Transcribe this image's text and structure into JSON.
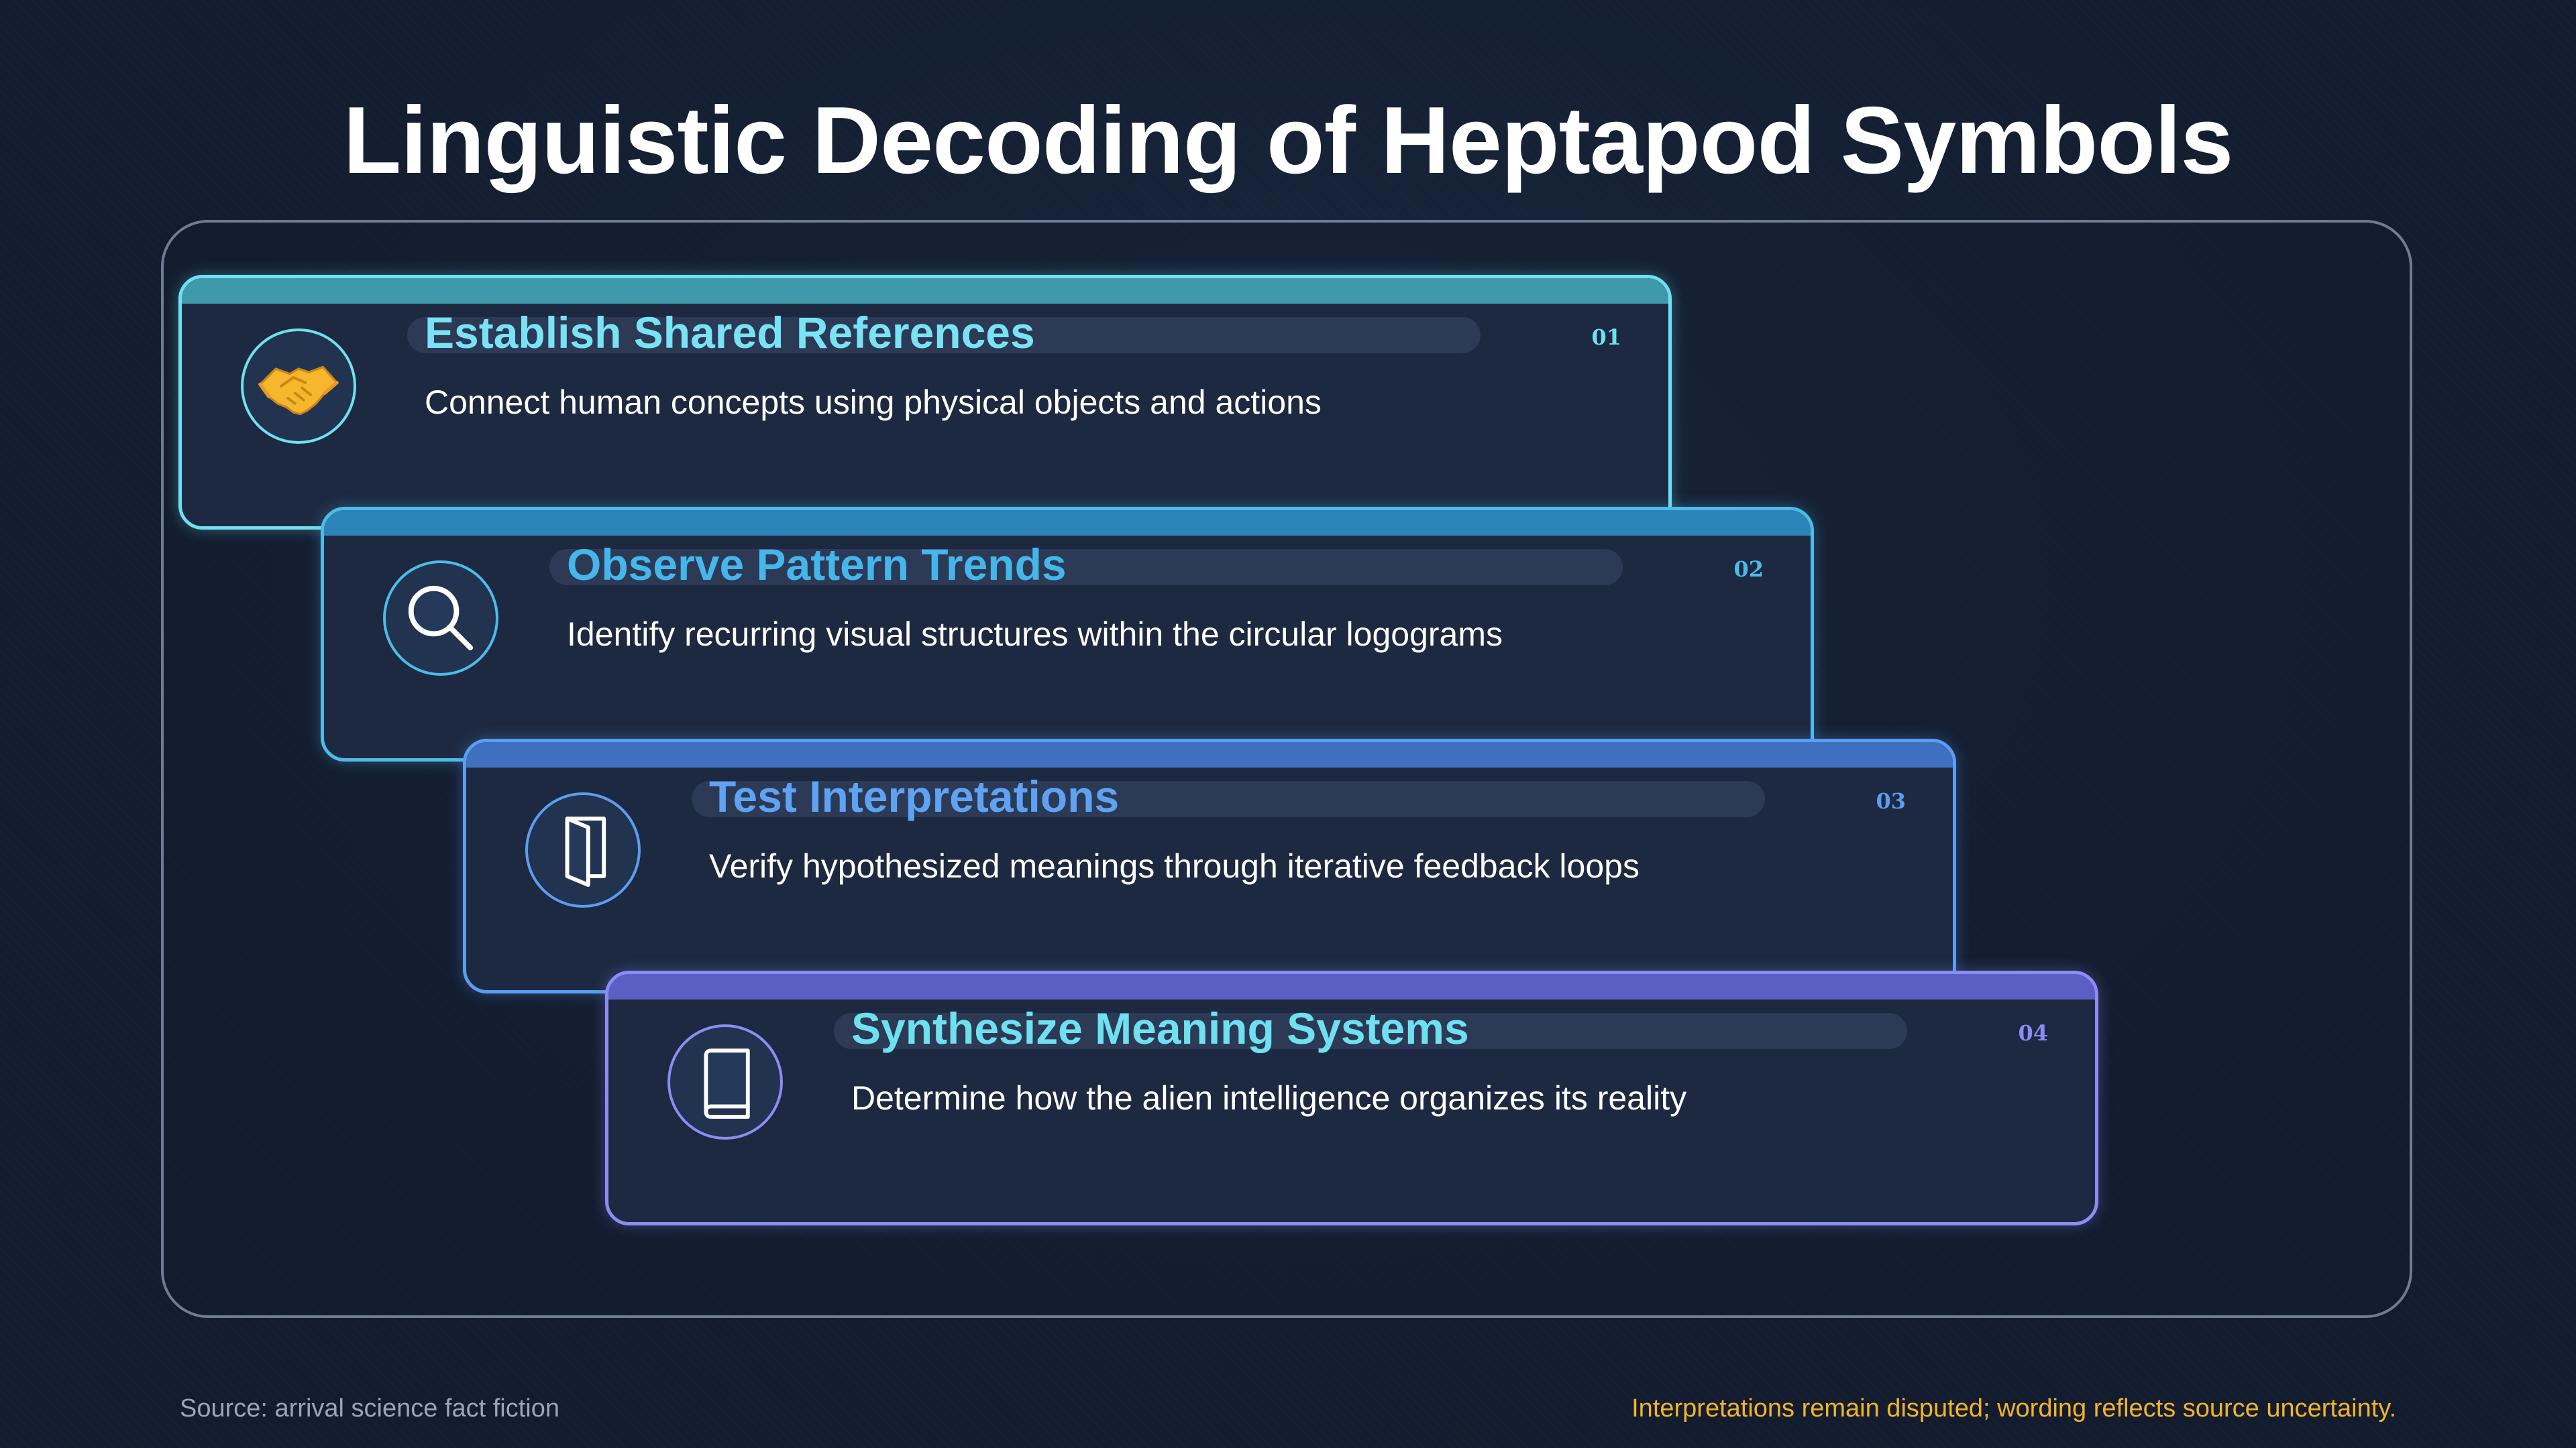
{
  "title": "Linguistic Decoding of Heptapod Symbols",
  "steps": [
    {
      "number": "01",
      "title": "Establish Shared References",
      "description": "Connect human concepts using physical objects and actions",
      "icon": "handshake-icon",
      "accent": "#6fe0f0",
      "title_color": "#79e3f5",
      "bar_color": "#3e9aaa"
    },
    {
      "number": "02",
      "title": "Observe Pattern Trends",
      "description": "Identify recurring visual structures within the circular logograms",
      "icon": "magnifier-icon",
      "accent": "#4dbbe8",
      "title_color": "#45b6ec",
      "bar_color": "#2d84b8"
    },
    {
      "number": "03",
      "title": "Test Interpretations",
      "description": "Verify hypothesized meanings through iterative feedback loops",
      "icon": "open-door-icon",
      "accent": "#5b9df0",
      "title_color": "#5ea3f3",
      "bar_color": "#3f6fbf"
    },
    {
      "number": "04",
      "title": "Synthesize Meaning Systems",
      "description": "Determine how the alien intelligence organizes its reality",
      "icon": "book-icon",
      "accent": "#8b8cf5",
      "title_color": "#6fe0f0",
      "bar_color": "#5b5fc4"
    }
  ],
  "footer": {
    "source": "Source: arrival science fact fiction",
    "note": "Interpretations remain disputed; wording reflects source uncertainty."
  }
}
